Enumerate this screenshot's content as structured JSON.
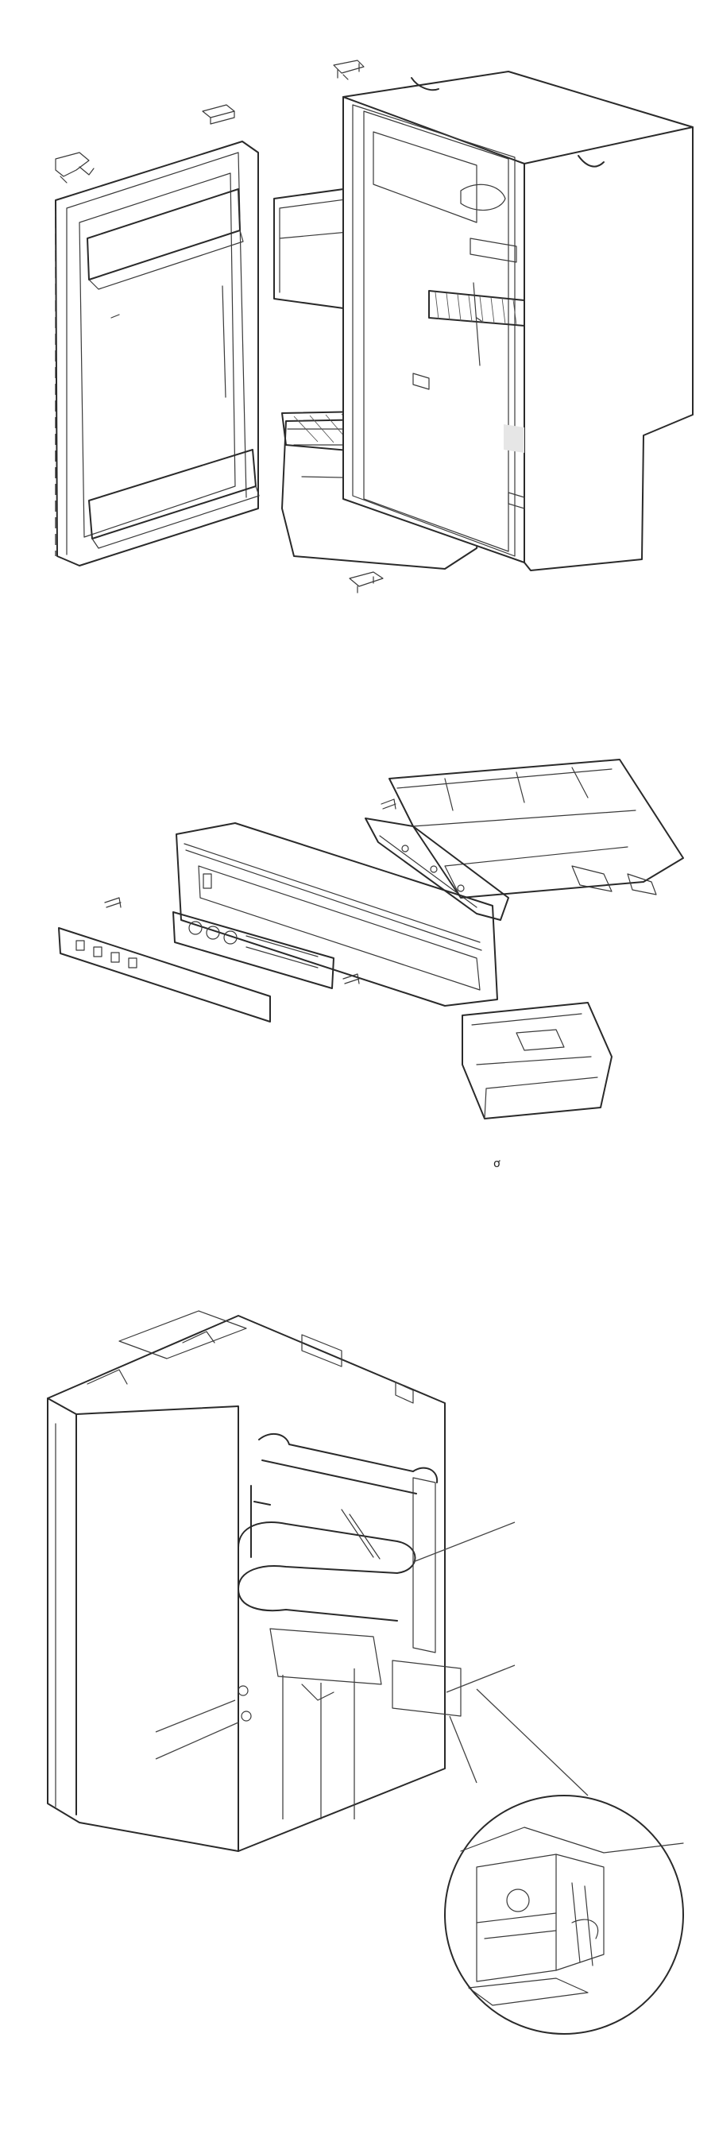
{
  "figures": [
    {
      "id": "exploded-refrigerator"
    },
    {
      "id": "exploded-control-panel",
      "marker_text": "ơ"
    },
    {
      "id": "rear-cooling-unit"
    }
  ],
  "colors": {
    "line": "#2a2a2a",
    "background": "#ffffff",
    "label_patch": "#e6e6e6"
  }
}
